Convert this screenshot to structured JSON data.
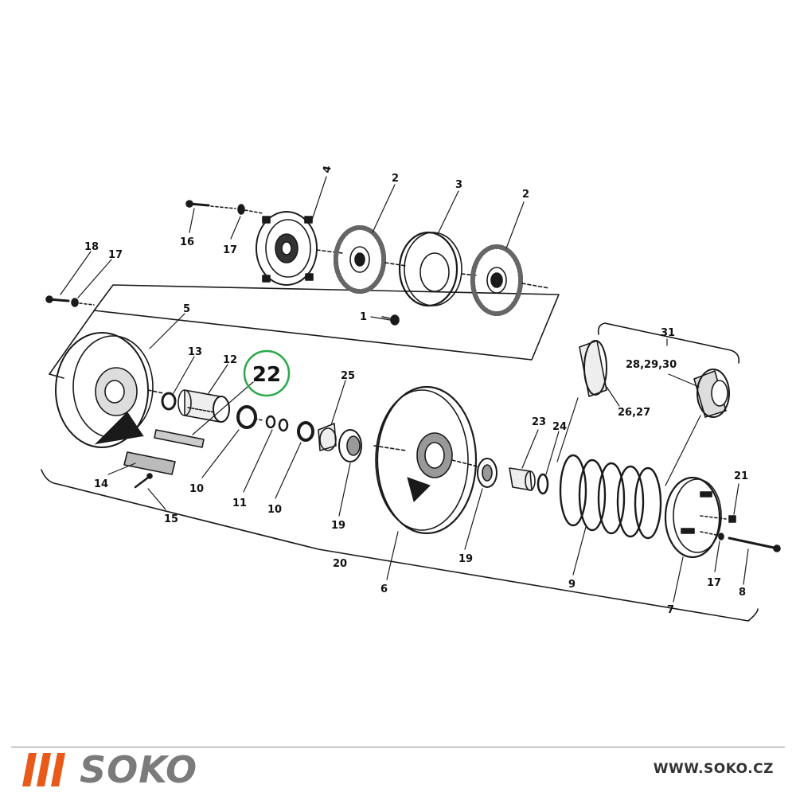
{
  "diagram": {
    "part_numbers": {
      "p1": "1",
      "p2a": "2",
      "p2b": "2",
      "p3": "3",
      "p4": "4",
      "p5": "5",
      "p6": "6",
      "p7": "7",
      "p8": "8",
      "p9": "9",
      "p10a": "10",
      "p10b": "10",
      "p11": "11",
      "p12": "12",
      "p13": "13",
      "p14": "14",
      "p15": "15",
      "p16": "16",
      "p17a": "17",
      "p17b": "17",
      "p17c": "17",
      "p18": "18",
      "p19a": "19",
      "p19b": "19",
      "p20": "20",
      "p21": "21",
      "p23": "23",
      "p24": "24",
      "p25": "25",
      "p2627": "26,27",
      "p282930": "28,29,30",
      "p31": "31"
    },
    "highlighted_part": "22",
    "highlight_color": "#2aa84a"
  },
  "footer": {
    "brand": "SOKO",
    "brand_accent_color": "#e8591a",
    "brand_text_color": "#7b7b7b",
    "url": "WWW.SOKO.CZ"
  }
}
